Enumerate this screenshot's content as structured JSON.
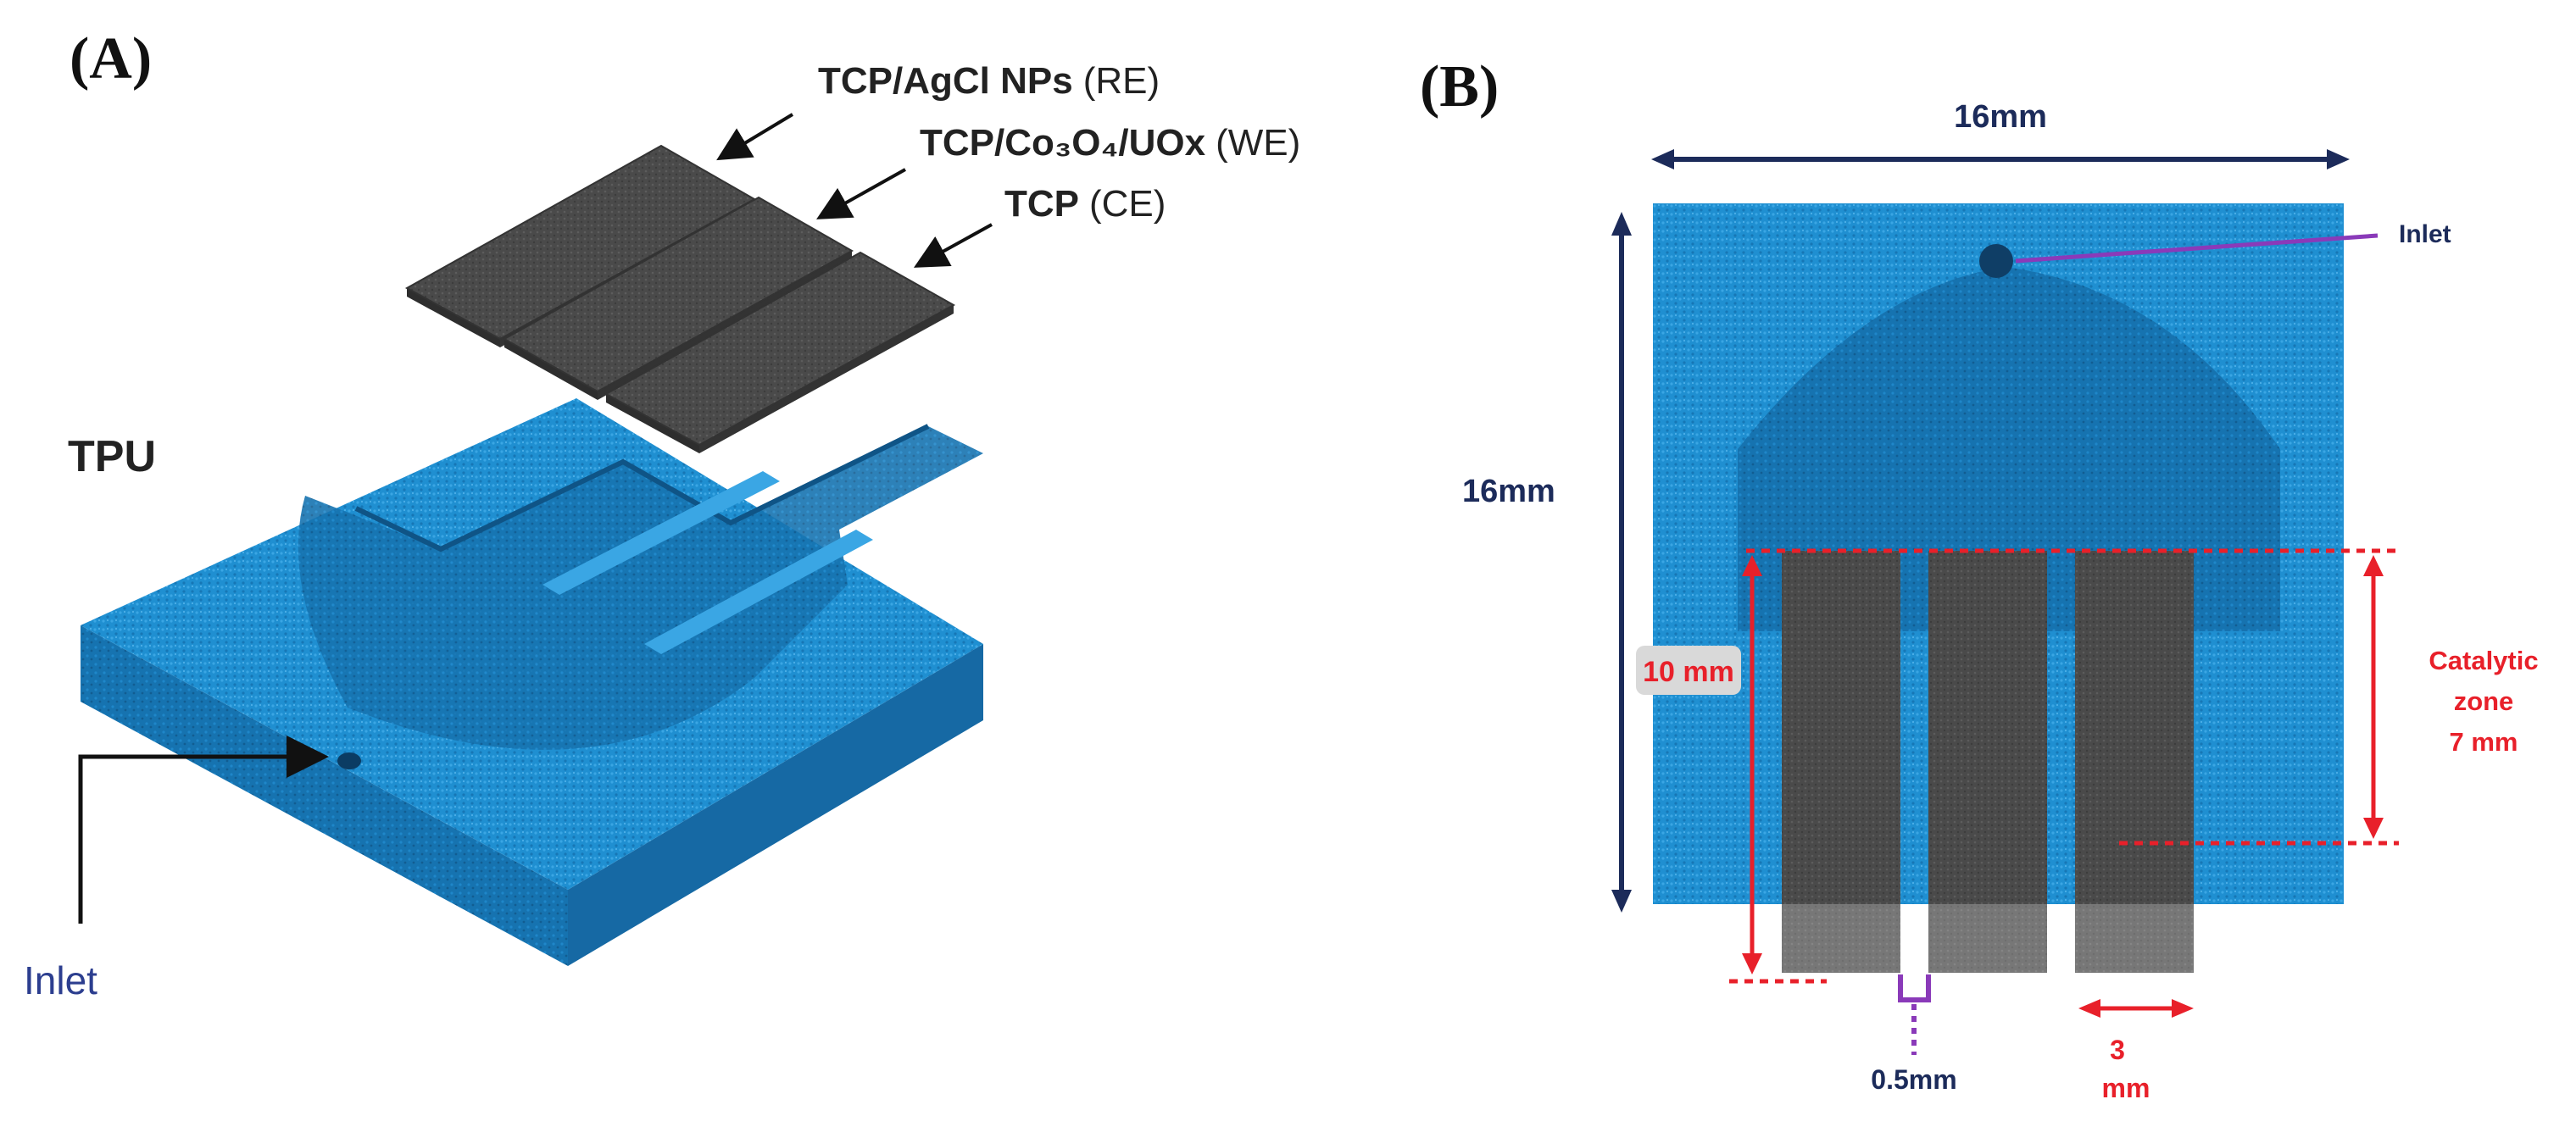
{
  "panels": {
    "a": {
      "letter": "(A)",
      "layers": [
        {
          "bold": "TCP/AgCl NPs",
          "plain": "(RE)"
        },
        {
          "bold": "TCP/Co₃O₄/UOx",
          "plain": "(WE)"
        },
        {
          "bold": "TCP",
          "plain": "(CE)"
        }
      ],
      "base_label": "TPU",
      "inlet_label": "Inlet"
    },
    "b": {
      "letter": "(B)",
      "width_label": "16mm",
      "height_label": "16mm",
      "inlet_label": "Inlet",
      "electrode_length": "10 mm",
      "zone_line1": "Catalytic",
      "zone_line2": "zone",
      "zone_line3": "7 mm",
      "gap_label": "0.5mm",
      "width_line1": "3",
      "width_line2": "mm"
    }
  },
  "colors": {
    "tpu_blue": "#1f8fd1",
    "tpu_dark": "#156aa3",
    "electrode": "#4d4d4d",
    "navy": "#1c2b5a",
    "red": "#e8202a",
    "purple": "#8a3ab9"
  }
}
